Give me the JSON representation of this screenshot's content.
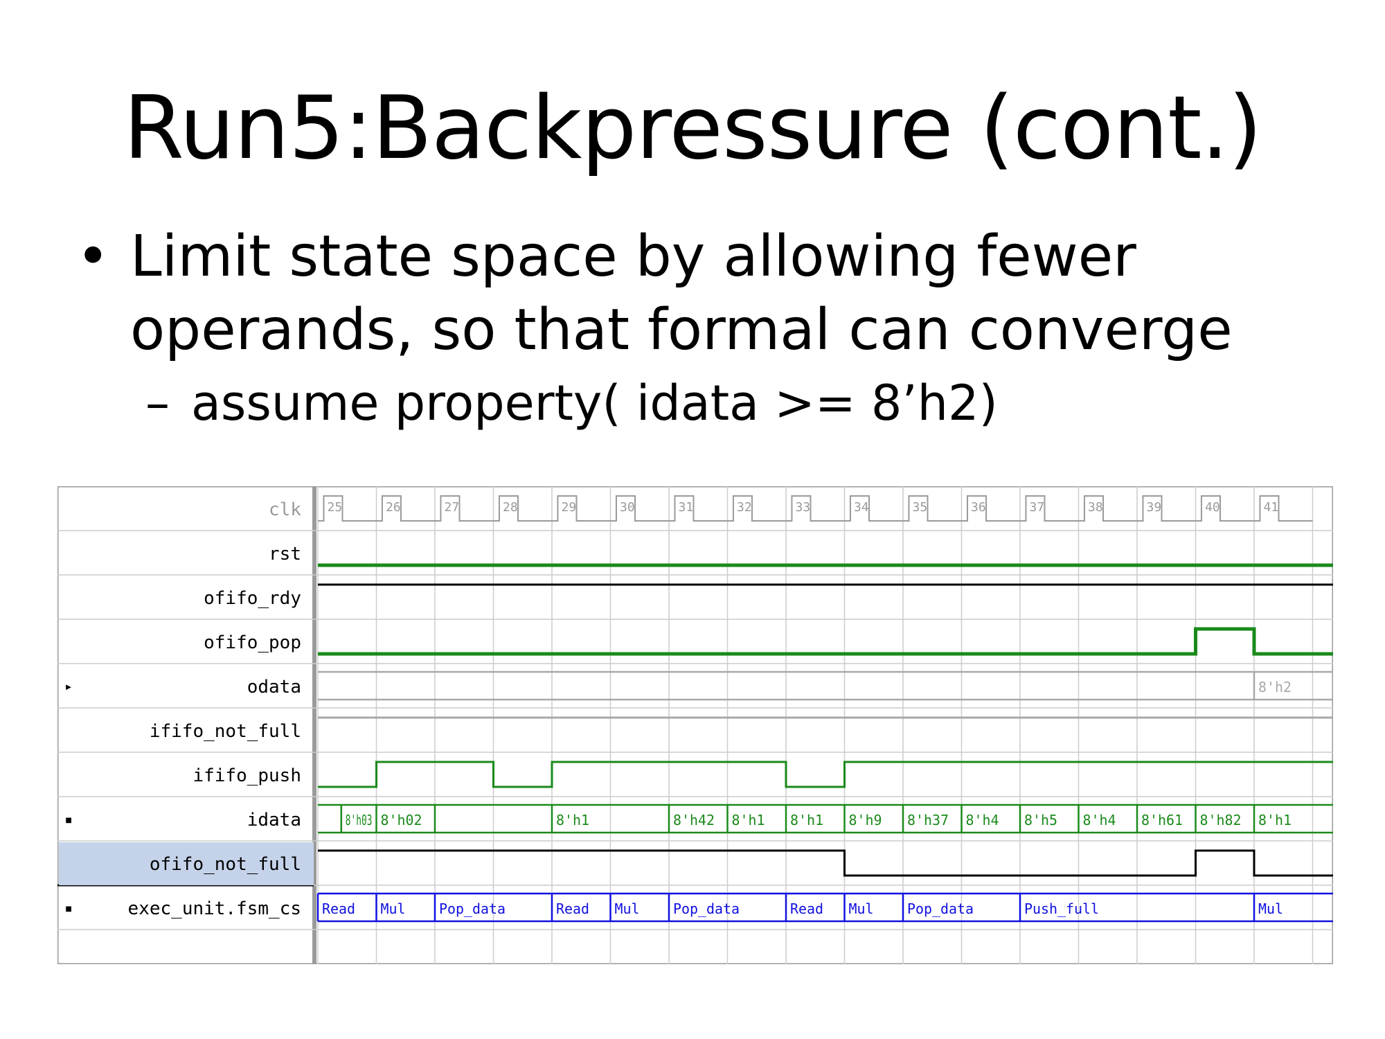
{
  "slide": {
    "title": "Run5:Backpressure (cont.)",
    "bullet1": "Limit state space by allowing fewer operands, so that formal can converge",
    "bullet2": "assume property( idata >= 8’h2)",
    "bullet_symbol": "•",
    "sub_bullet_symbol": "–"
  },
  "waveform": {
    "colors": {
      "green": "#1a8a1a",
      "black": "#000000",
      "blue": "#1010e0",
      "grid": "#cccccc",
      "selected": "#c5d3ea",
      "gray": "#a8a8a8"
    },
    "clock_cycles": [
      "25",
      "26",
      "27",
      "28",
      "29",
      "30",
      "31",
      "32",
      "33",
      "34",
      "35",
      "36",
      "37",
      "38",
      "39",
      "40",
      "41"
    ],
    "signals": [
      {
        "name": "clk",
        "kind": "clock",
        "color": "gray",
        "selected": false,
        "expander": ""
      },
      {
        "name": "rst",
        "kind": "bit",
        "color": "green",
        "level": [
          0,
          0,
          0,
          0,
          0,
          0,
          0,
          0,
          0,
          0,
          0,
          0,
          0,
          0,
          0,
          0,
          0,
          0
        ],
        "selected": false,
        "expander": ""
      },
      {
        "name": "ofifo_rdy",
        "kind": "bit",
        "color": "black",
        "level": [
          1,
          1,
          1,
          1,
          1,
          1,
          1,
          1,
          1,
          1,
          1,
          1,
          1,
          1,
          1,
          1,
          1,
          1
        ],
        "selected": false,
        "expander": ""
      },
      {
        "name": "ofifo_pop",
        "kind": "bit",
        "color": "green",
        "level": [
          0,
          0,
          0,
          0,
          0,
          0,
          0,
          0,
          0,
          0,
          0,
          0,
          0,
          0,
          0,
          1,
          0,
          0
        ],
        "selected": false,
        "expander": ""
      },
      {
        "name": "odata",
        "kind": "bus",
        "color": "gray",
        "values": [
          {
            "start": 16,
            "end": 17,
            "label": "8'h2"
          }
        ],
        "selected": false,
        "expander": "▸"
      },
      {
        "name": "ififo_not_full",
        "kind": "bit",
        "color": "gray",
        "level": [
          1,
          1,
          1,
          1,
          1,
          1,
          1,
          1,
          1,
          1,
          1,
          1,
          1,
          1,
          1,
          1,
          1,
          1
        ],
        "selected": false,
        "expander": ""
      },
      {
        "name": "ififo_push",
        "kind": "bit",
        "color": "green",
        "level": [
          0,
          1,
          1,
          0,
          1,
          1,
          1,
          1,
          0,
          1,
          1,
          1,
          1,
          1,
          1,
          1,
          1,
          1
        ],
        "selected": false,
        "expander": ""
      },
      {
        "name": "idata",
        "kind": "bus",
        "color": "green",
        "values": [
          {
            "start": 0.4,
            "end": 1,
            "label": "8'h03"
          },
          {
            "start": 1,
            "end": 2,
            "label": "8'h02"
          },
          {
            "start": 2,
            "end": 4,
            "label": ""
          },
          {
            "start": 4,
            "end": 6,
            "label": "8'h1"
          },
          {
            "start": 6,
            "end": 7,
            "label": "8'h42"
          },
          {
            "start": 7,
            "end": 8,
            "label": "8'h1"
          },
          {
            "start": 8,
            "end": 9,
            "label": "8'h1"
          },
          {
            "start": 9,
            "end": 10,
            "label": "8'h9"
          },
          {
            "start": 10,
            "end": 11,
            "label": "8'h37"
          },
          {
            "start": 11,
            "end": 12,
            "label": "8'h4"
          },
          {
            "start": 12,
            "end": 13,
            "label": "8'h5"
          },
          {
            "start": 13,
            "end": 14,
            "label": "8'h4"
          },
          {
            "start": 14,
            "end": 15,
            "label": "8'h61"
          },
          {
            "start": 15,
            "end": 16,
            "label": "8'h82"
          },
          {
            "start": 16,
            "end": 17,
            "label": "8'h1"
          }
        ],
        "selected": false,
        "expander": "▪"
      },
      {
        "name": "ofifo_not_full",
        "kind": "bit",
        "color": "black",
        "level": [
          1,
          1,
          1,
          1,
          1,
          1,
          1,
          1,
          1,
          0,
          0,
          0,
          0,
          0,
          0,
          1,
          0,
          0
        ],
        "selected": true,
        "expander": ""
      },
      {
        "name": "exec_unit.fsm_cs",
        "kind": "bus",
        "color": "blue",
        "values": [
          {
            "start": 0,
            "end": 1,
            "label": "Read"
          },
          {
            "start": 1,
            "end": 2,
            "label": "Mul"
          },
          {
            "start": 2,
            "end": 4,
            "label": "Pop_data"
          },
          {
            "start": 4,
            "end": 5,
            "label": "Read"
          },
          {
            "start": 5,
            "end": 6,
            "label": "Mul"
          },
          {
            "start": 6,
            "end": 8,
            "label": "Pop_data"
          },
          {
            "start": 8,
            "end": 9,
            "label": "Read"
          },
          {
            "start": 9,
            "end": 10,
            "label": "Mul"
          },
          {
            "start": 10,
            "end": 12,
            "label": "Pop_data"
          },
          {
            "start": 12,
            "end": 16,
            "label": "Push_full"
          },
          {
            "start": 16,
            "end": 17,
            "label": "Mul"
          }
        ],
        "selected": false,
        "expander": "▪"
      }
    ]
  }
}
